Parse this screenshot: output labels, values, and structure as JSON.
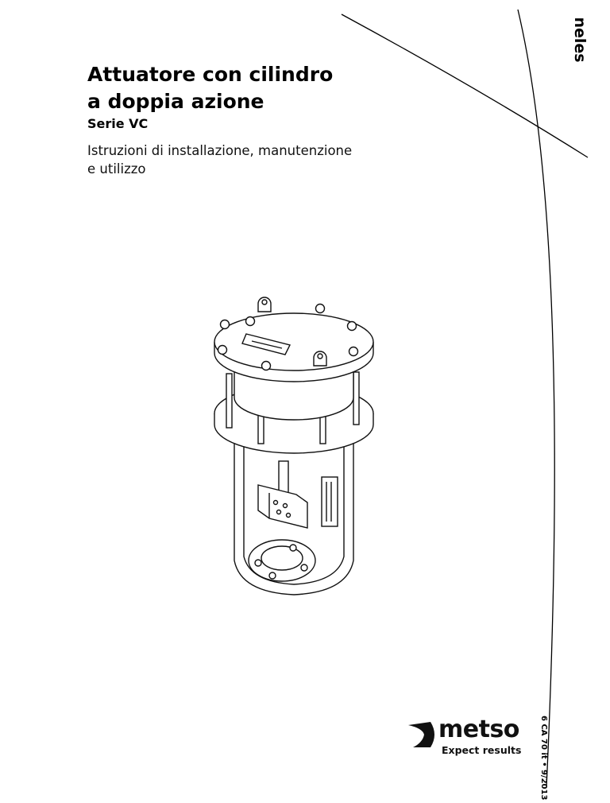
{
  "cover": {
    "brand": "neles",
    "title_line1": "Attuatore con cilindro",
    "title_line2": "a doppia azione",
    "series": "Serie VC",
    "subtitle_line1": "Istruzioni di installazione, manutenzione",
    "subtitle_line2": "e utilizzo",
    "doc_code": "6 CA 70 it • 9/2013"
  },
  "logo": {
    "name": "metso",
    "tagline": "Expect results"
  },
  "illustration": {
    "subject": "cylinder-actuator-drawing"
  }
}
